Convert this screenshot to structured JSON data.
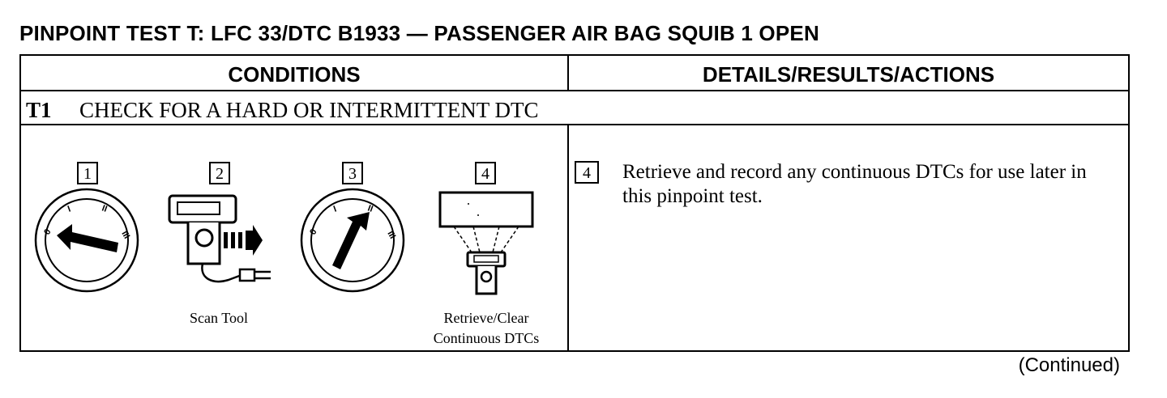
{
  "title": "PINPOINT TEST T: LFC 33/DTC B1933 — PASSENGER AIR BAG SQUIB 1 OPEN",
  "headers": {
    "conditions": "CONDITIONS",
    "details": "DETAILS/RESULTS/ACTIONS"
  },
  "step": {
    "number": "T1",
    "text": "CHECK FOR A HARD OR INTERMITTENT DTC"
  },
  "illustrations": [
    {
      "number": "1",
      "icon": "ignition-switch-off-icon",
      "caption_lines": []
    },
    {
      "number": "2",
      "icon": "scan-tool-connect-icon",
      "caption_lines": [
        "Scan Tool"
      ]
    },
    {
      "number": "3",
      "icon": "ignition-switch-run-icon",
      "caption_lines": []
    },
    {
      "number": "4",
      "icon": "retrieve-dtc-scan-tool-icon",
      "caption_lines": [
        "Retrieve/Clear",
        "Continuous DTCs"
      ]
    }
  ],
  "ignition_positions": [
    "0",
    "I",
    "II",
    "III"
  ],
  "detail": {
    "number": "4",
    "text": "Retrieve and record any continuous DTCs for use later in this pinpoint test."
  },
  "continued": "(Continued)"
}
